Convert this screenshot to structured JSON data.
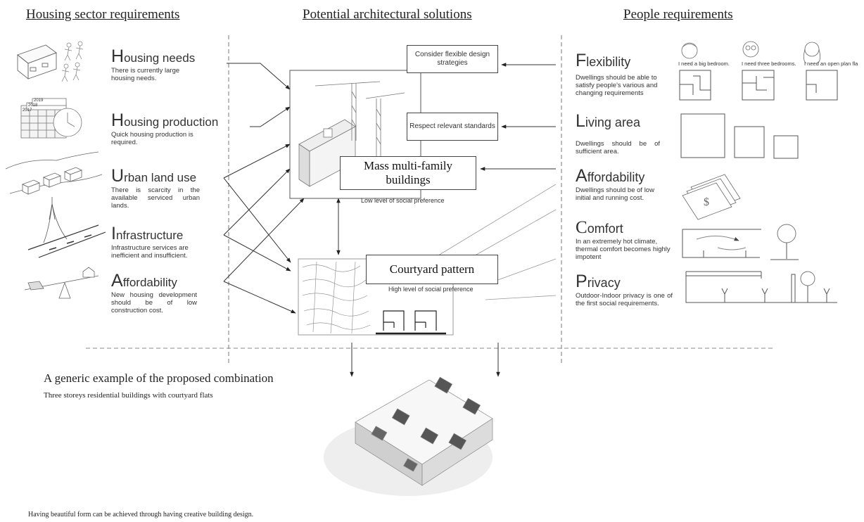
{
  "headers": {
    "housing_sector": "Housing sector requirements",
    "solutions": "Potential architectural solutions",
    "people": "People requirements"
  },
  "housing_items": [
    {
      "cap": "H",
      "rest": "ousing needs",
      "desc": "There is currently large housing needs."
    },
    {
      "cap": "H",
      "rest": "ousing production",
      "desc": "Quick housing production is required."
    },
    {
      "cap": "U",
      "rest": "rban land use",
      "desc": "There is scarcity in the available serviced urban lands."
    },
    {
      "cap": "I",
      "rest": "nfrastructure",
      "desc": "Infrastructure services are inefficient and insufficient."
    },
    {
      "cap": "A",
      "rest": "ffordability",
      "desc": "New housing development should be of low construction cost."
    }
  ],
  "calendar_years": [
    "2019",
    "2018",
    "2017"
  ],
  "solutions": {
    "flexible": "Consider flexible design strategies",
    "standards": "Respect relevant standards",
    "mass": "Mass multi-family buildings",
    "mass_pref": "Low level of social preference",
    "courtyard": "Courtyard pattern",
    "courtyard_pref": "High level of social preference"
  },
  "people_items": [
    {
      "cap": "F",
      "rest": "lexibility",
      "desc": "Dwellings should be able to satisfy people's various and changing requirements"
    },
    {
      "cap": "L",
      "rest": "iving area",
      "desc": "Dwellings should be of sufficient area."
    },
    {
      "cap": "A",
      "rest": "ffordability",
      "desc": "Dwellings should be of low initial and running cost."
    },
    {
      "cap": "C",
      "rest": "omfort",
      "desc": "In an extremely hot climate, thermal comfort becomes highly impotent"
    },
    {
      "cap": "P",
      "rest": "rivacy",
      "desc": "Outdoor-Indoor privacy is one of the first social requirements."
    }
  ],
  "speech": [
    "I need a big bedroom.",
    "I need three bedrooms.",
    "I need an open plan fla"
  ],
  "example": {
    "title": "A generic example of the proposed combination",
    "subtitle": "Three storeys residential buildings with courtyard flats",
    "footer": "Having beautiful form can be achieved through having creative building design."
  }
}
